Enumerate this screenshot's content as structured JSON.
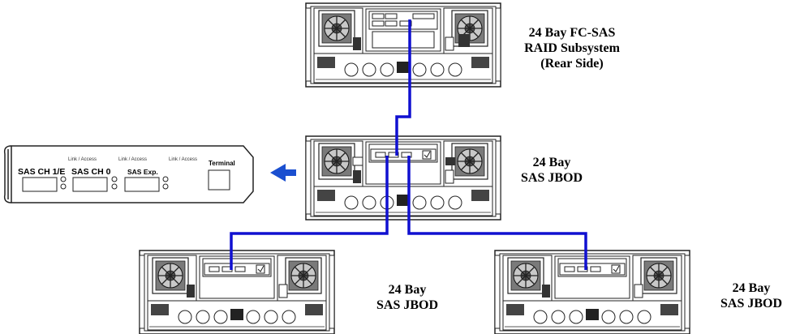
{
  "labels": {
    "raid_lines": [
      "24 Bay FC-SAS",
      "RAID Subsystem",
      "(Rear Side)"
    ],
    "jbod_middle_lines": [
      "24 Bay",
      "SAS JBOD"
    ],
    "jbod_left_lines": [
      "24 Bay",
      "SAS JBOD"
    ],
    "jbod_right_lines": [
      "24 Bay",
      "SAS JBOD"
    ]
  },
  "panel": {
    "ports": [
      "SAS CH 1/E",
      "SAS CH 0",
      "SAS Exp."
    ],
    "led_label": "Link / Access",
    "terminal": "Terminal"
  },
  "colors": {
    "cable": "#1010d0",
    "arrow": "#1a4fd0",
    "line": "#222222"
  }
}
